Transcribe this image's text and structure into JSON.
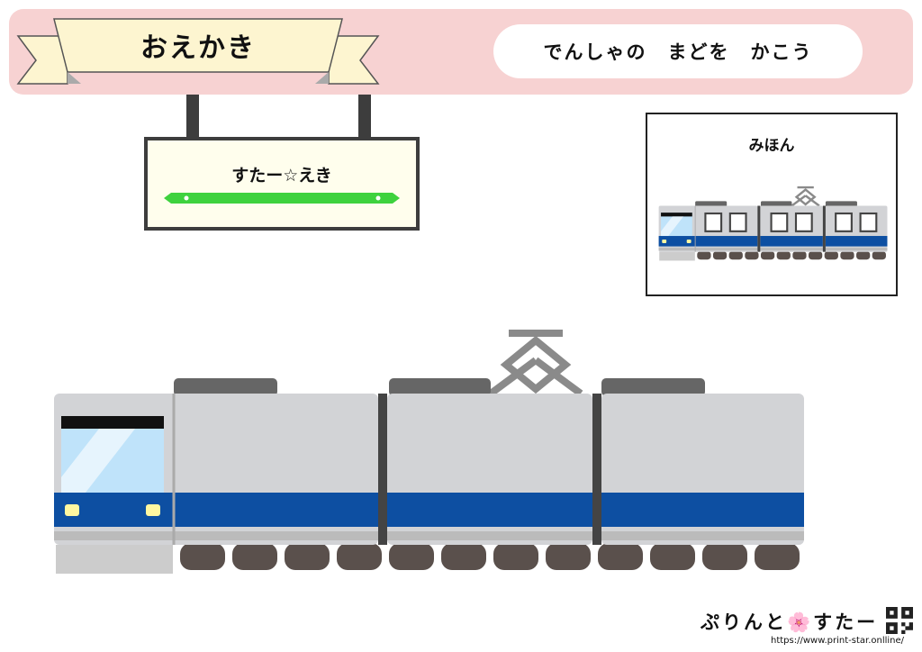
{
  "header": {
    "title": "おえかき",
    "instruction": "でんしゃの　まどを　かこう"
  },
  "station_sign": {
    "name": "すたー☆えき",
    "line_color": "#3ed23e"
  },
  "sample": {
    "label": "みほん"
  },
  "colors": {
    "header_band": "#f7d2d2",
    "ribbon": "#fdf5d0",
    "train_body": "#d2d3d6",
    "train_stripe": "#0d4fa2",
    "train_window": "#bfe3fa"
  },
  "footer": {
    "brand": "ぷりんと🌸すたー",
    "url": "https://www.print-star.onlline/"
  }
}
